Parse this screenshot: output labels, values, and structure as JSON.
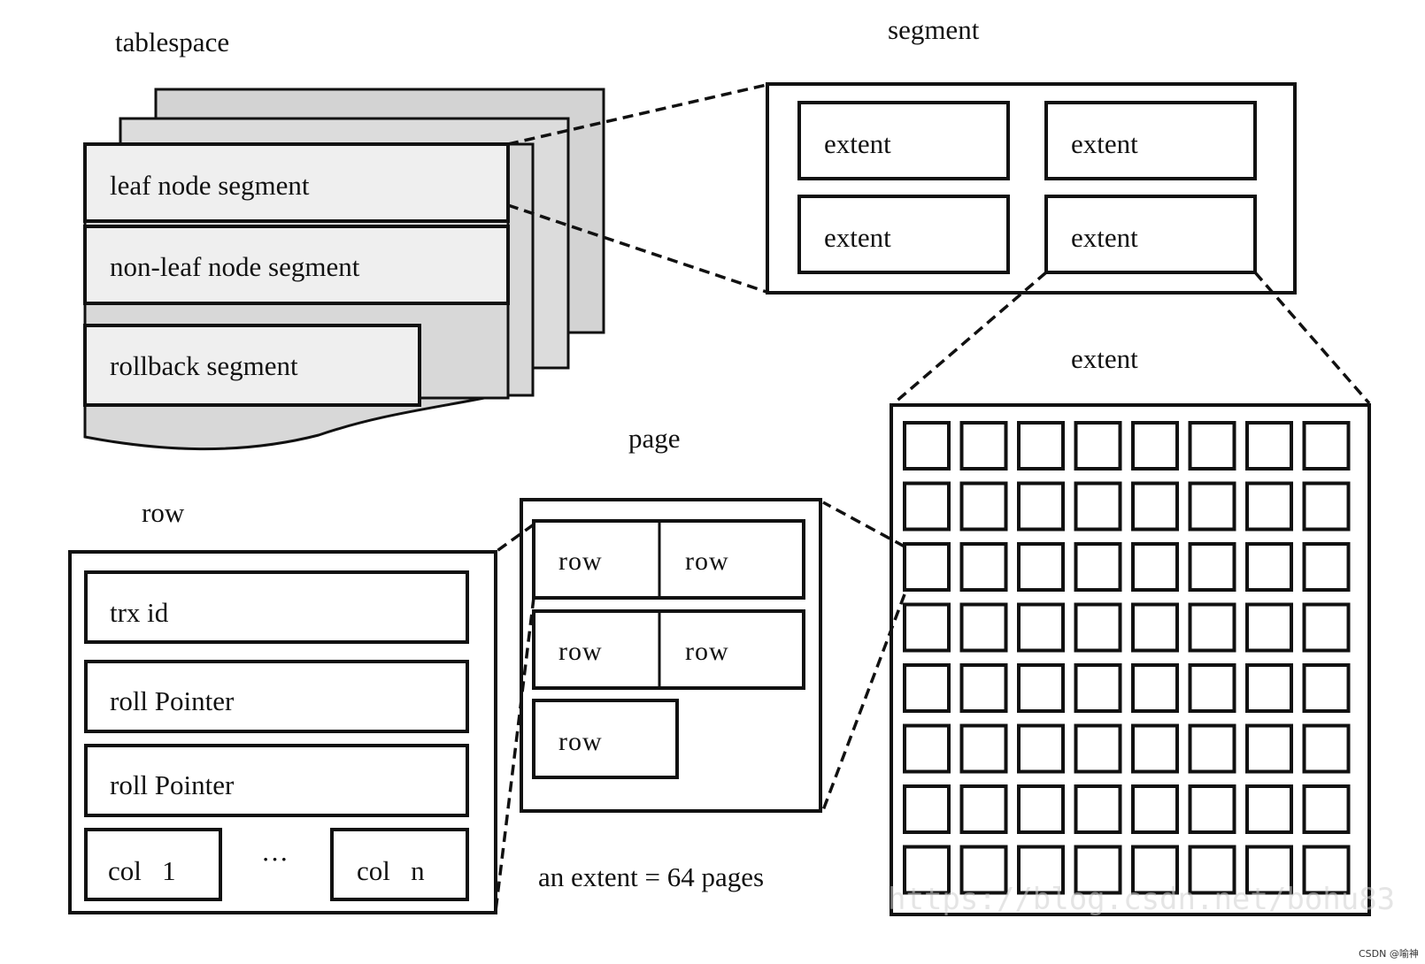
{
  "colors": {
    "ink": "#111111",
    "sheet_back": "#d3d3d3",
    "sheet_mid": "#dcdcdc",
    "sheet_front": "#efefef",
    "background": "#ffffff"
  },
  "tablespace": {
    "title": "tablespace",
    "segments": [
      "leaf node segment",
      "non-leaf node segment",
      "rollback segment"
    ]
  },
  "segment": {
    "title": "segment",
    "extents": [
      "extent",
      "extent",
      "extent",
      "extent"
    ]
  },
  "extent": {
    "title": "extent",
    "grid": {
      "rows": 8,
      "cols": 8
    }
  },
  "page": {
    "title": "page",
    "rows": [
      "row",
      "row",
      "row",
      "row",
      "row"
    ]
  },
  "row": {
    "title": "row",
    "fields": [
      "trx id",
      "roll Pointer",
      "roll Pointer"
    ],
    "col_first": "col   1",
    "ellipsis": "···",
    "col_last": "col   n"
  },
  "caption": "an extent = 64 pages",
  "watermark": "https://blog.csdn.net/bohu83",
  "credit": "CSDN @喻神"
}
